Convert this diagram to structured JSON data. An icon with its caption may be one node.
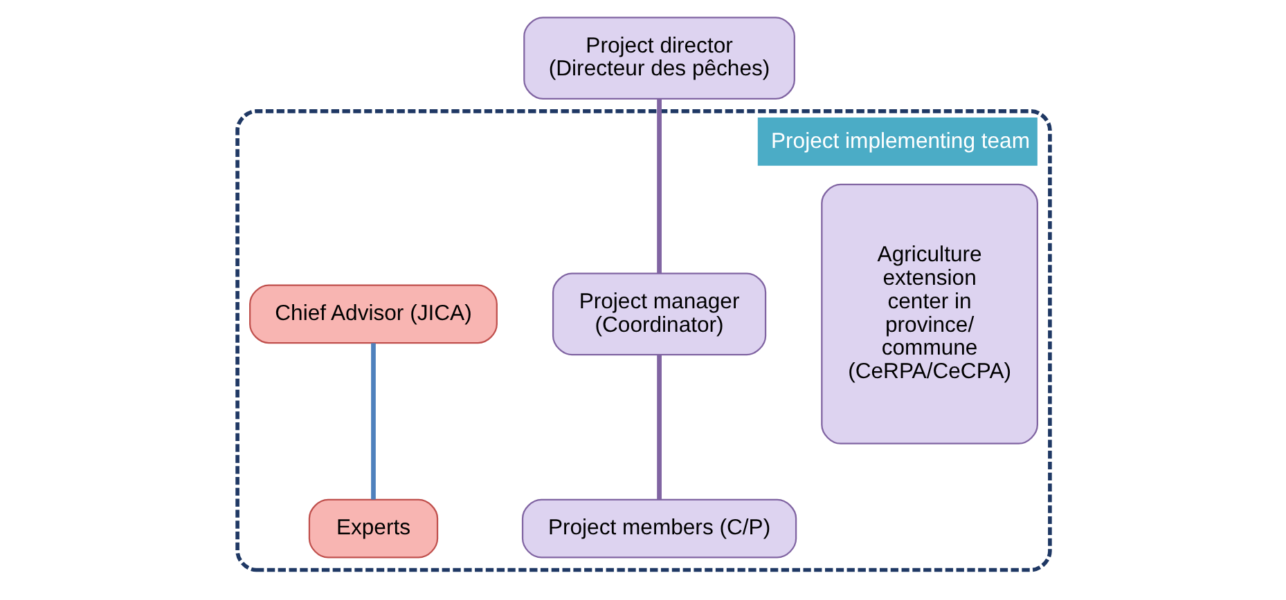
{
  "diagram": {
    "nodes": [
      {
        "text": [
          "Project director (Directeur des pêches)"
        ]
      },
      {
        "text": [
          "Project implementing team"
        ]
      },
      {
        "text": [
          "Agriculture extension center in province/ commune (CeRPA/CeCPA)"
        ],
        "in": 1
      },
      {
        "text": [
          "Project manager (Coordinator)"
        ],
        "in": 1
      },
      {
        "text": [
          "Chief Advisor (JICA)"
        ],
        "in": 1
      },
      {
        "text": [
          "Project members (C/P)"
        ],
        "in": 1
      },
      {
        "text": [
          "Experts"
        ],
        "in": 1
      }
    ],
    "edges": [
      {
        "from": 0,
        "to": 3,
        "arrow": "none"
      },
      {
        "from": 3,
        "to": 5,
        "arrow": "none"
      },
      {
        "from": 4,
        "to": 6,
        "arrow": "none",
        "color": "#4f81bd"
      }
    ]
  }
}
